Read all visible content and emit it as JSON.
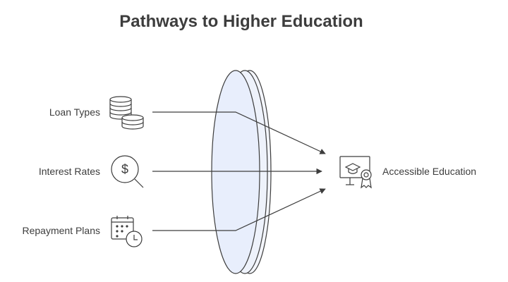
{
  "title": "Pathways to Higher Education",
  "inputs": [
    {
      "label": "Loan Types",
      "icon": "coins-stack-icon"
    },
    {
      "label": "Interest Rates",
      "icon": "dollar-search-icon"
    },
    {
      "label": "Repayment Plans",
      "icon": "calendar-clock-icon"
    }
  ],
  "output": {
    "label": "Accessible Education",
    "icon": "graduation-certificate-icon"
  },
  "colors": {
    "text": "#3d3d3d",
    "stroke": "#3d3d3d",
    "lens_fill": "#e8eefc",
    "lens_edge_fill": "#f3f5fb",
    "background": "#ffffff"
  }
}
